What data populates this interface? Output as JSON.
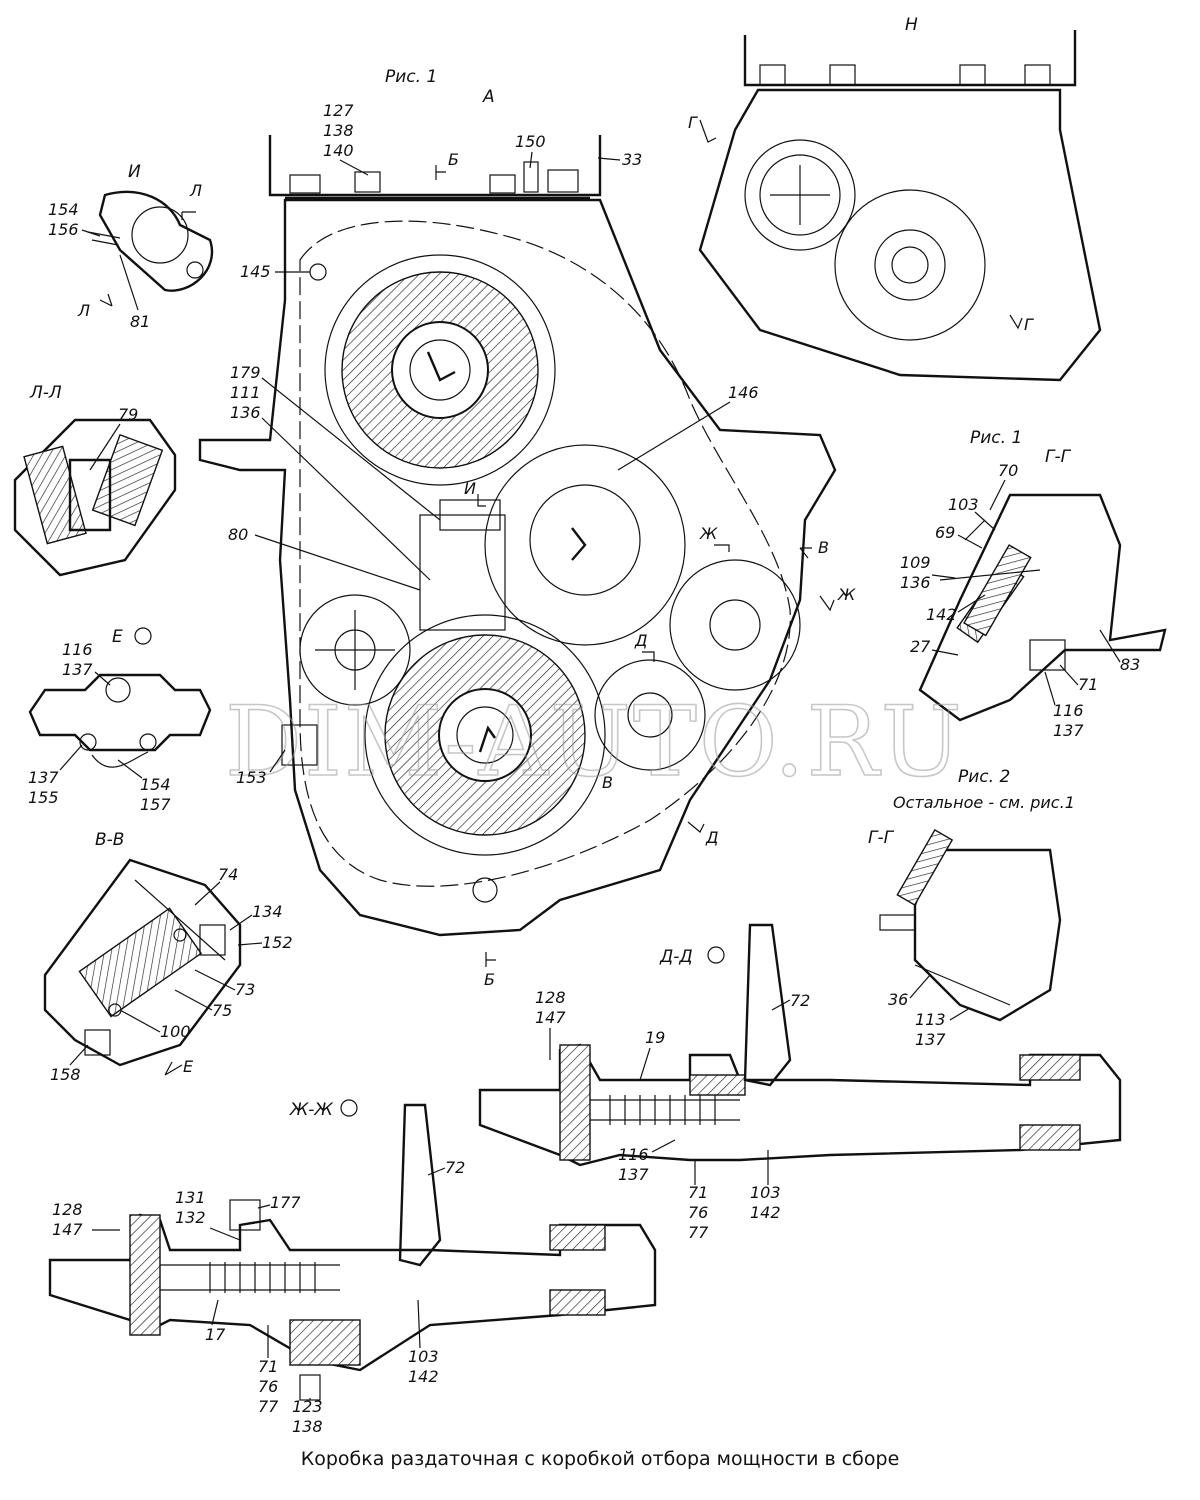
{
  "caption": "Коробка раздаточная  с коробкой отбора мощности в сборе",
  "watermark": "DIM-AUTO.RU",
  "headers": {
    "fig1_top": "Рис. 1",
    "view_a": "А",
    "view_n": "Н",
    "view_i": "И",
    "section_ll": "Л-Л",
    "view_e": "Е",
    "section_vv": "В-В",
    "fig1_right": "Рис. 1",
    "section_gg_top": "Г-Г",
    "fig2": "Рис. 2",
    "rest_note": "Остальное - см. рис.1",
    "section_gg_bottom": "Г-Г",
    "section_dd": "Д-Д",
    "section_zhzh": "Ж-Ж"
  },
  "cut_marks": {
    "b_top": "Б",
    "b_bottom": "Б",
    "g_left": "Г",
    "g_right": "Г",
    "l_top": "Л",
    "l_bottom": "Л",
    "i": "И",
    "zh_left": "Ж",
    "zh_right": "Ж",
    "v_right": "В",
    "v_lower": "В",
    "d_upper": "Д",
    "d_lower": "Д",
    "e_arrow": "Е"
  },
  "callouts": {
    "main": [
      "127",
      "138",
      "140",
      "150",
      "33",
      "145",
      "179",
      "111",
      "136",
      "146",
      "80",
      "153"
    ],
    "view_i": [
      "154",
      "156",
      "81"
    ],
    "section_ll": [
      "79"
    ],
    "view_e": [
      "116",
      "137",
      "137",
      "155",
      "154",
      "157"
    ],
    "section_vv": [
      "74",
      "134",
      "152",
      "73",
      "75",
      "100",
      "158"
    ],
    "section_gg_top": [
      "70",
      "103",
      "69",
      "109",
      "136",
      "142",
      "27",
      "83",
      "71",
      "116",
      "137"
    ],
    "section_gg_bottom": [
      "36",
      "113",
      "137"
    ],
    "section_dd": [
      "72",
      "128",
      "147",
      "19",
      "116",
      "137",
      "71",
      "76",
      "77",
      "103",
      "142"
    ],
    "section_zhzh": [
      "72",
      "131",
      "132",
      "177",
      "128",
      "147",
      "17",
      "71",
      "76",
      "77",
      "103",
      "142",
      "123",
      "138"
    ]
  }
}
